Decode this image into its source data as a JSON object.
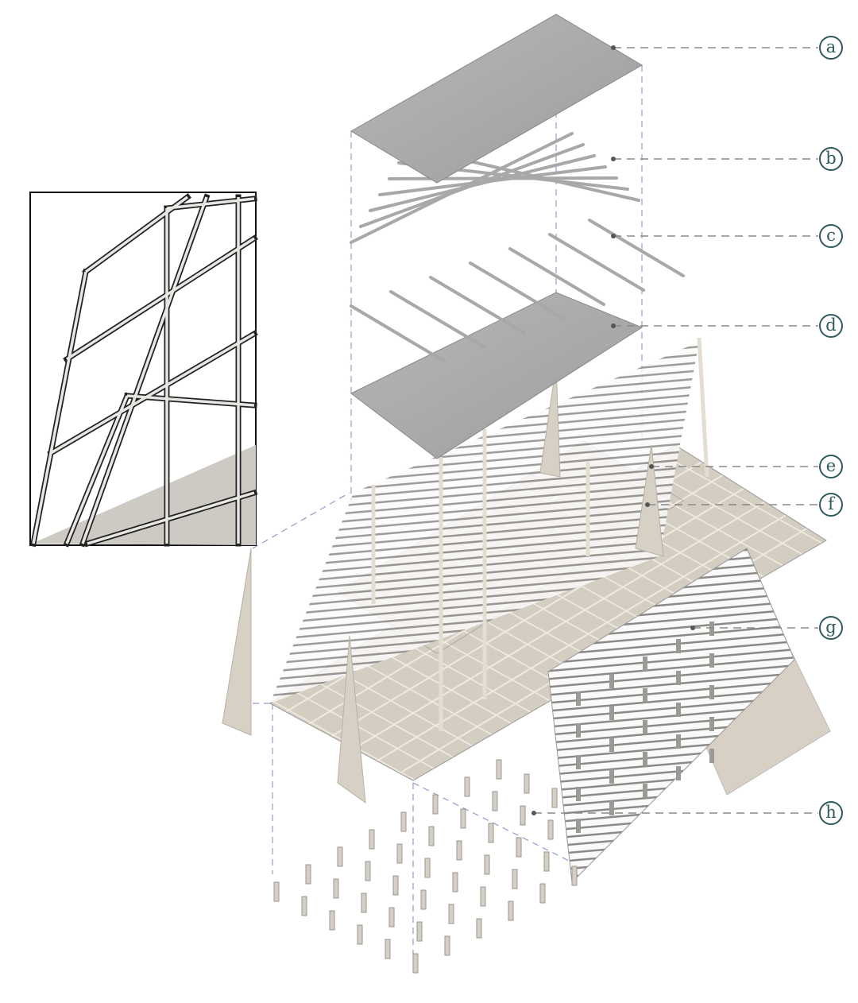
{
  "diagram": {
    "type": "exploded axonometric",
    "labels": [
      {
        "id": "a",
        "text": "a"
      },
      {
        "id": "b",
        "text": "b"
      },
      {
        "id": "c",
        "text": "c"
      },
      {
        "id": "d",
        "text": "d"
      },
      {
        "id": "e",
        "text": "e"
      },
      {
        "id": "f",
        "text": "f"
      },
      {
        "id": "g",
        "text": "g"
      },
      {
        "id": "h",
        "text": "h"
      }
    ],
    "colors": {
      "label": "#2f5a5e",
      "leader": "#8a8a8a",
      "guide": "#9a98c8",
      "wood": "#d9d3c8",
      "slab": "#a9a9ab",
      "frame": "#222222"
    }
  }
}
